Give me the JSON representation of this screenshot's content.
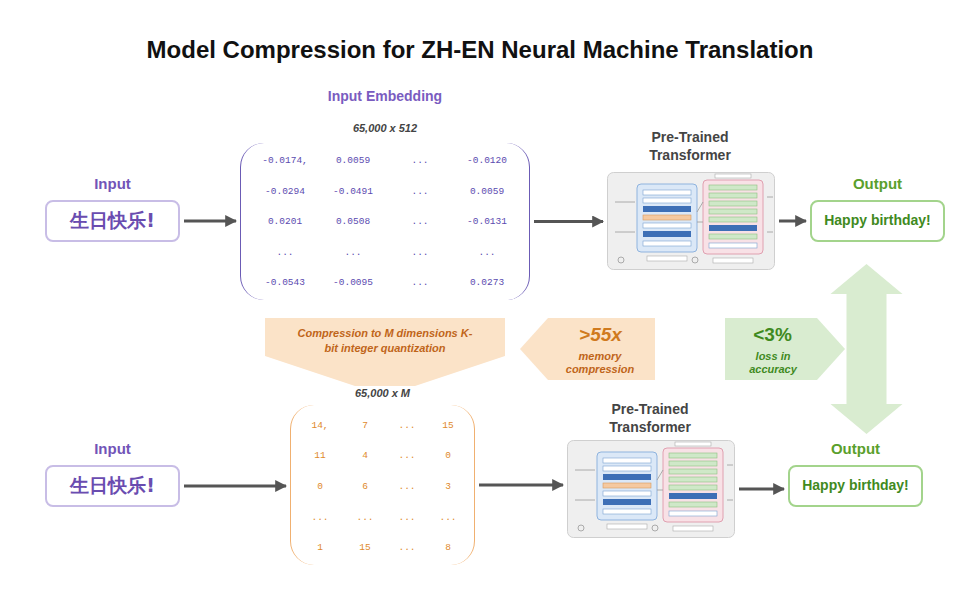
{
  "diagram": {
    "title": "Model Compression for ZH-EN Neural Machine Translation",
    "nodes": [
      {
        "text": [
          "Input",
          "生日快乐!"
        ]
      },
      {
        "text": [
          "Input Embedding",
          "65,000 x 512",
          "-0.0174,",
          "0.0059",
          "...",
          "-0.0120",
          "-0.0294",
          "-0.0491",
          "...",
          "0.0059",
          "0.0201",
          "0.0508",
          "...",
          "-0.0131",
          "...",
          "...",
          "...",
          "...",
          "-0.0543",
          "-0.0095",
          "...",
          "0.0273"
        ]
      },
      {
        "text": [
          "Pre-Trained Transformer"
        ]
      },
      {
        "text": [
          "Output",
          "Happy birthday!"
        ]
      },
      {
        "text": [
          "Compression to M dimensions K-bit integer quantization"
        ]
      },
      {
        "text": [
          ">55x",
          "memory compression"
        ]
      },
      {
        "text": [
          "<3%",
          "loss in accuracy"
        ]
      },
      {
        "text": [
          "Input",
          "生日快乐!"
        ]
      },
      {
        "text": [
          "65,000 x M",
          "14,",
          "7",
          "...",
          "15",
          "11",
          "4",
          "...",
          "0",
          "0",
          "6",
          "...",
          "3",
          "...",
          "...",
          "...",
          "...",
          "1",
          "15",
          "...",
          "8"
        ]
      },
      {
        "text": [
          "Pre-Trained Transformer"
        ]
      },
      {
        "text": [
          "Output",
          "Happy birthday!"
        ]
      }
    ],
    "edges": [
      {
        "from": 0,
        "to": 1,
        "arrow": "to"
      },
      {
        "from": 1,
        "to": 2,
        "arrow": "to"
      },
      {
        "from": 2,
        "to": 3,
        "arrow": "to"
      },
      {
        "from": 7,
        "to": 8,
        "arrow": "to"
      },
      {
        "from": 8,
        "to": 9,
        "arrow": "to"
      },
      {
        "from": 9,
        "to": 10,
        "arrow": "to"
      },
      {
        "from": 3,
        "to": 10,
        "arrow": "both"
      }
    ]
  }
}
